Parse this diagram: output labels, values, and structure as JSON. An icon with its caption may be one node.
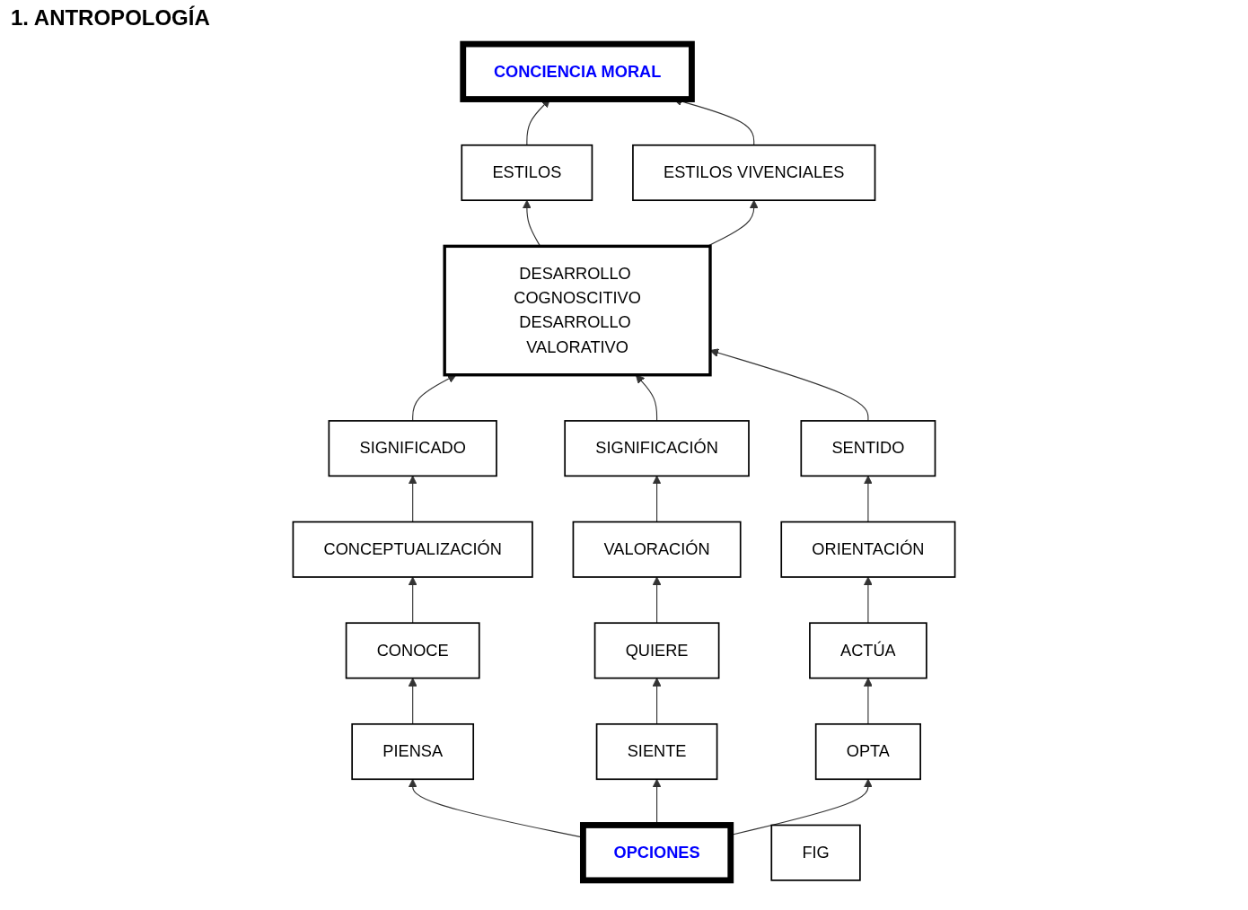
{
  "diagram": {
    "title": "1. ANTROPOLOGÍA",
    "nodes": [
      {
        "text": [
          "CONCIENCIA MORAL"
        ]
      },
      {
        "text": [
          "ESTILOS"
        ]
      },
      {
        "text": [
          "ESTILOS VIVENCIALES"
        ]
      },
      {
        "text": [
          "DESARROLLO COGNOSCITIVO",
          "DESARROLLO VALORATIVO"
        ]
      },
      {
        "text": [
          "SIGNIFICADO"
        ]
      },
      {
        "text": [
          "SIGNIFICACIÓN"
        ]
      },
      {
        "text": [
          "SENTIDO"
        ]
      },
      {
        "text": [
          "CONCEPTUALIZACIÓN"
        ]
      },
      {
        "text": [
          "VALORACIÓN"
        ]
      },
      {
        "text": [
          "ORIENTACIÓN"
        ]
      },
      {
        "text": [
          "CONOCE"
        ]
      },
      {
        "text": [
          "QUIERE"
        ]
      },
      {
        "text": [
          "ACTÚA"
        ]
      },
      {
        "text": [
          "PIENSA"
        ]
      },
      {
        "text": [
          "SIENTE"
        ]
      },
      {
        "text": [
          "OPTA"
        ]
      },
      {
        "text": [
          "OPCIONES"
        ]
      },
      {
        "text": [
          "FIG"
        ]
      }
    ],
    "edges": [
      {
        "from": 1,
        "to": 0,
        "arrow": "to"
      },
      {
        "from": 2,
        "to": 0,
        "arrow": "to"
      },
      {
        "from": 3,
        "to": 1,
        "arrow": "to"
      },
      {
        "from": 3,
        "to": 2,
        "arrow": "to"
      },
      {
        "from": 4,
        "to": 3,
        "arrow": "to"
      },
      {
        "from": 5,
        "to": 3,
        "arrow": "to"
      },
      {
        "from": 6,
        "to": 3,
        "arrow": "to"
      },
      {
        "from": 7,
        "to": 4,
        "arrow": "to"
      },
      {
        "from": 8,
        "to": 5,
        "arrow": "to"
      },
      {
        "from": 9,
        "to": 6,
        "arrow": "to"
      },
      {
        "from": 10,
        "to": 7,
        "arrow": "to"
      },
      {
        "from": 11,
        "to": 8,
        "arrow": "to"
      },
      {
        "from": 12,
        "to": 9,
        "arrow": "to"
      },
      {
        "from": 13,
        "to": 10,
        "arrow": "to"
      },
      {
        "from": 14,
        "to": 11,
        "arrow": "to"
      },
      {
        "from": 15,
        "to": 12,
        "arrow": "to"
      },
      {
        "from": 16,
        "to": 13,
        "arrow": "to"
      },
      {
        "from": 16,
        "to": 14,
        "arrow": "to"
      },
      {
        "from": 16,
        "to": 15,
        "arrow": "to"
      }
    ]
  }
}
